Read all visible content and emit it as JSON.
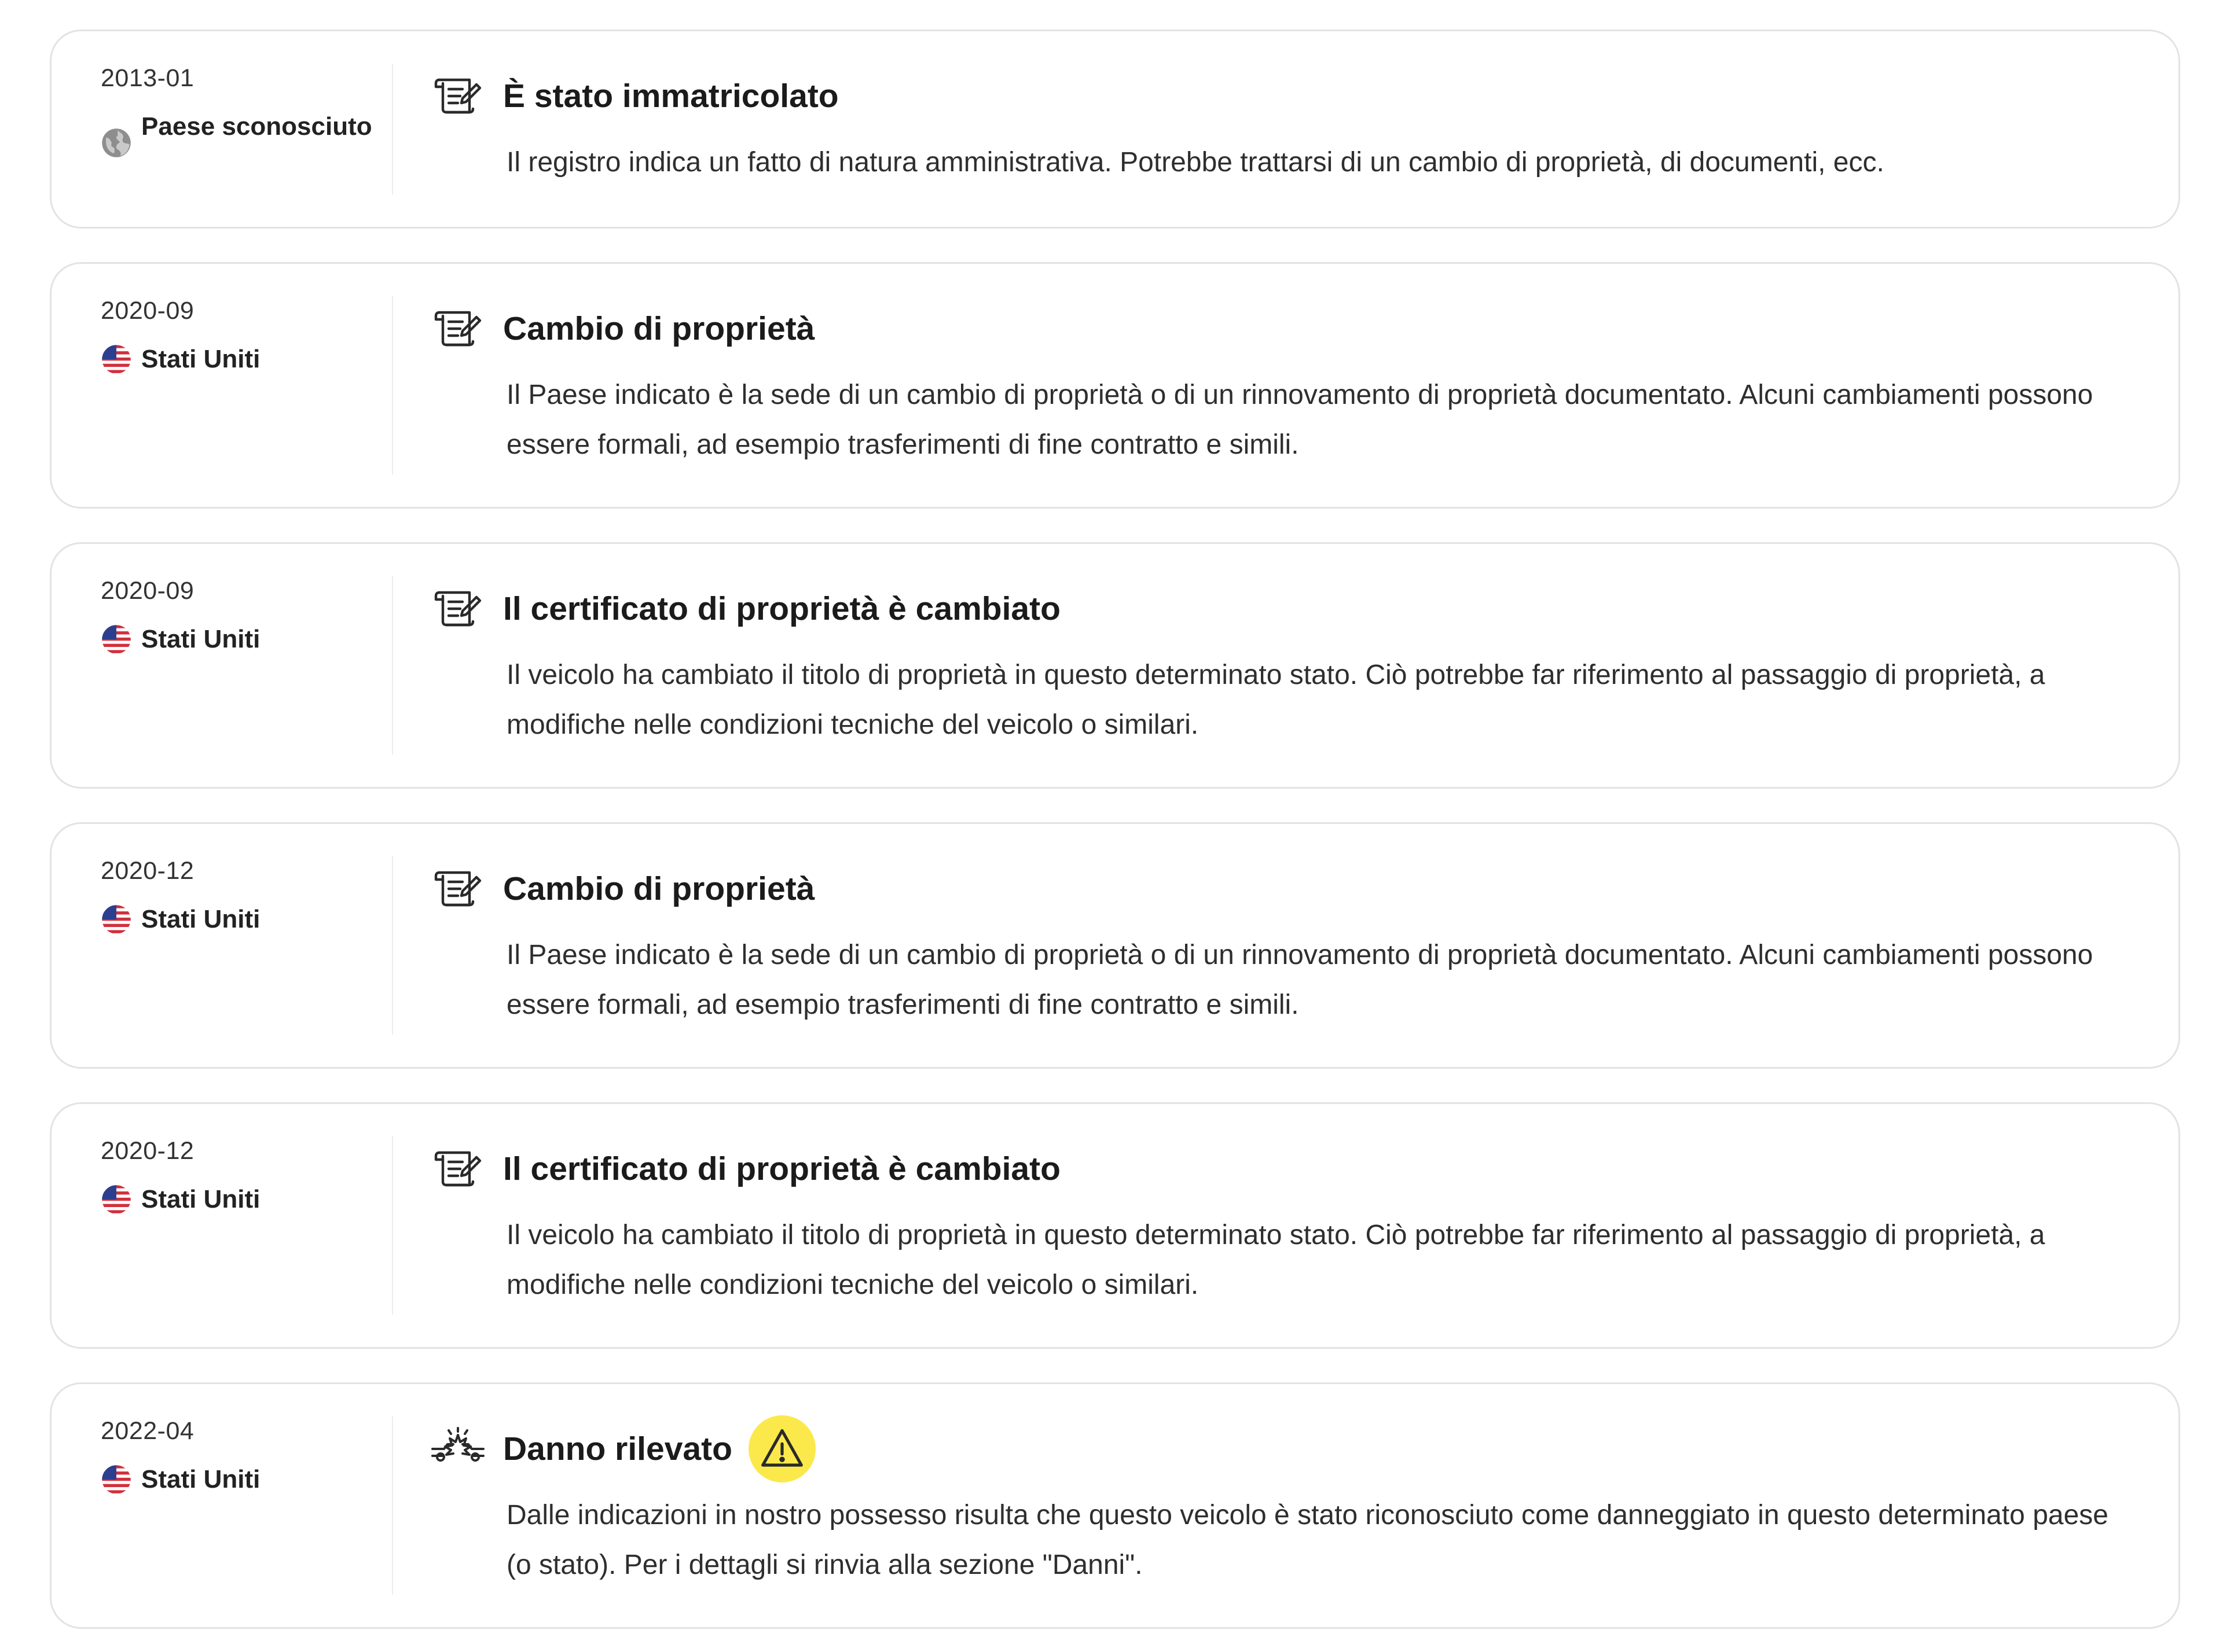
{
  "events": [
    {
      "date": "2013-01",
      "country": "Paese sconosciuto",
      "country_icon": "globe-icon",
      "event_icon": "document-icon",
      "title": "È stato immatricolato",
      "description": "Il registro indica un fatto di natura amministrativa. Potrebbe trattarsi di un cambio di proprietà, di documenti, ecc.",
      "warning": false
    },
    {
      "date": "2020-09",
      "country": "Stati Uniti",
      "country_icon": "us-flag-icon",
      "event_icon": "document-icon",
      "title": "Cambio di proprietà",
      "description": "Il Paese indicato è la sede di un cambio di proprietà o di un rinnovamento di proprietà documentato. Alcuni cambiamenti possono essere formali, ad esempio trasferimenti di fine contratto e simili.",
      "warning": false
    },
    {
      "date": "2020-09",
      "country": "Stati Uniti",
      "country_icon": "us-flag-icon",
      "event_icon": "document-icon",
      "title": "Il certificato di proprietà è cambiato",
      "description": "Il veicolo ha cambiato il titolo di proprietà in questo determinato stato. Ciò potrebbe far riferimento al passaggio di proprietà, a modifiche nelle condizioni tecniche del veicolo o similari.",
      "warning": false
    },
    {
      "date": "2020-12",
      "country": "Stati Uniti",
      "country_icon": "us-flag-icon",
      "event_icon": "document-icon",
      "title": "Cambio di proprietà",
      "description": "Il Paese indicato è la sede di un cambio di proprietà o di un rinnovamento di proprietà documentato. Alcuni cambiamenti possono essere formali, ad esempio trasferimenti di fine contratto e simili.",
      "warning": false
    },
    {
      "date": "2020-12",
      "country": "Stati Uniti",
      "country_icon": "us-flag-icon",
      "event_icon": "document-icon",
      "title": "Il certificato di proprietà è cambiato",
      "description": "Il veicolo ha cambiato il titolo di proprietà in questo determinato stato. Ciò potrebbe far riferimento al passaggio di proprietà, a modifiche nelle condizioni tecniche del veicolo o similari.",
      "warning": false
    },
    {
      "date": "2022-04",
      "country": "Stati Uniti",
      "country_icon": "us-flag-icon",
      "event_icon": "car-crash-icon",
      "title": "Danno rilevato",
      "description": "Dalle indicazioni in nostro possesso risulta che questo veicolo è stato riconosciuto come danneggiato in questo determinato paese (o stato). Per i dettagli si rinvia alla sezione \"Danni\".",
      "warning": true,
      "warning_icon": "warning-icon",
      "warning_color": "#fbe94b"
    }
  ]
}
